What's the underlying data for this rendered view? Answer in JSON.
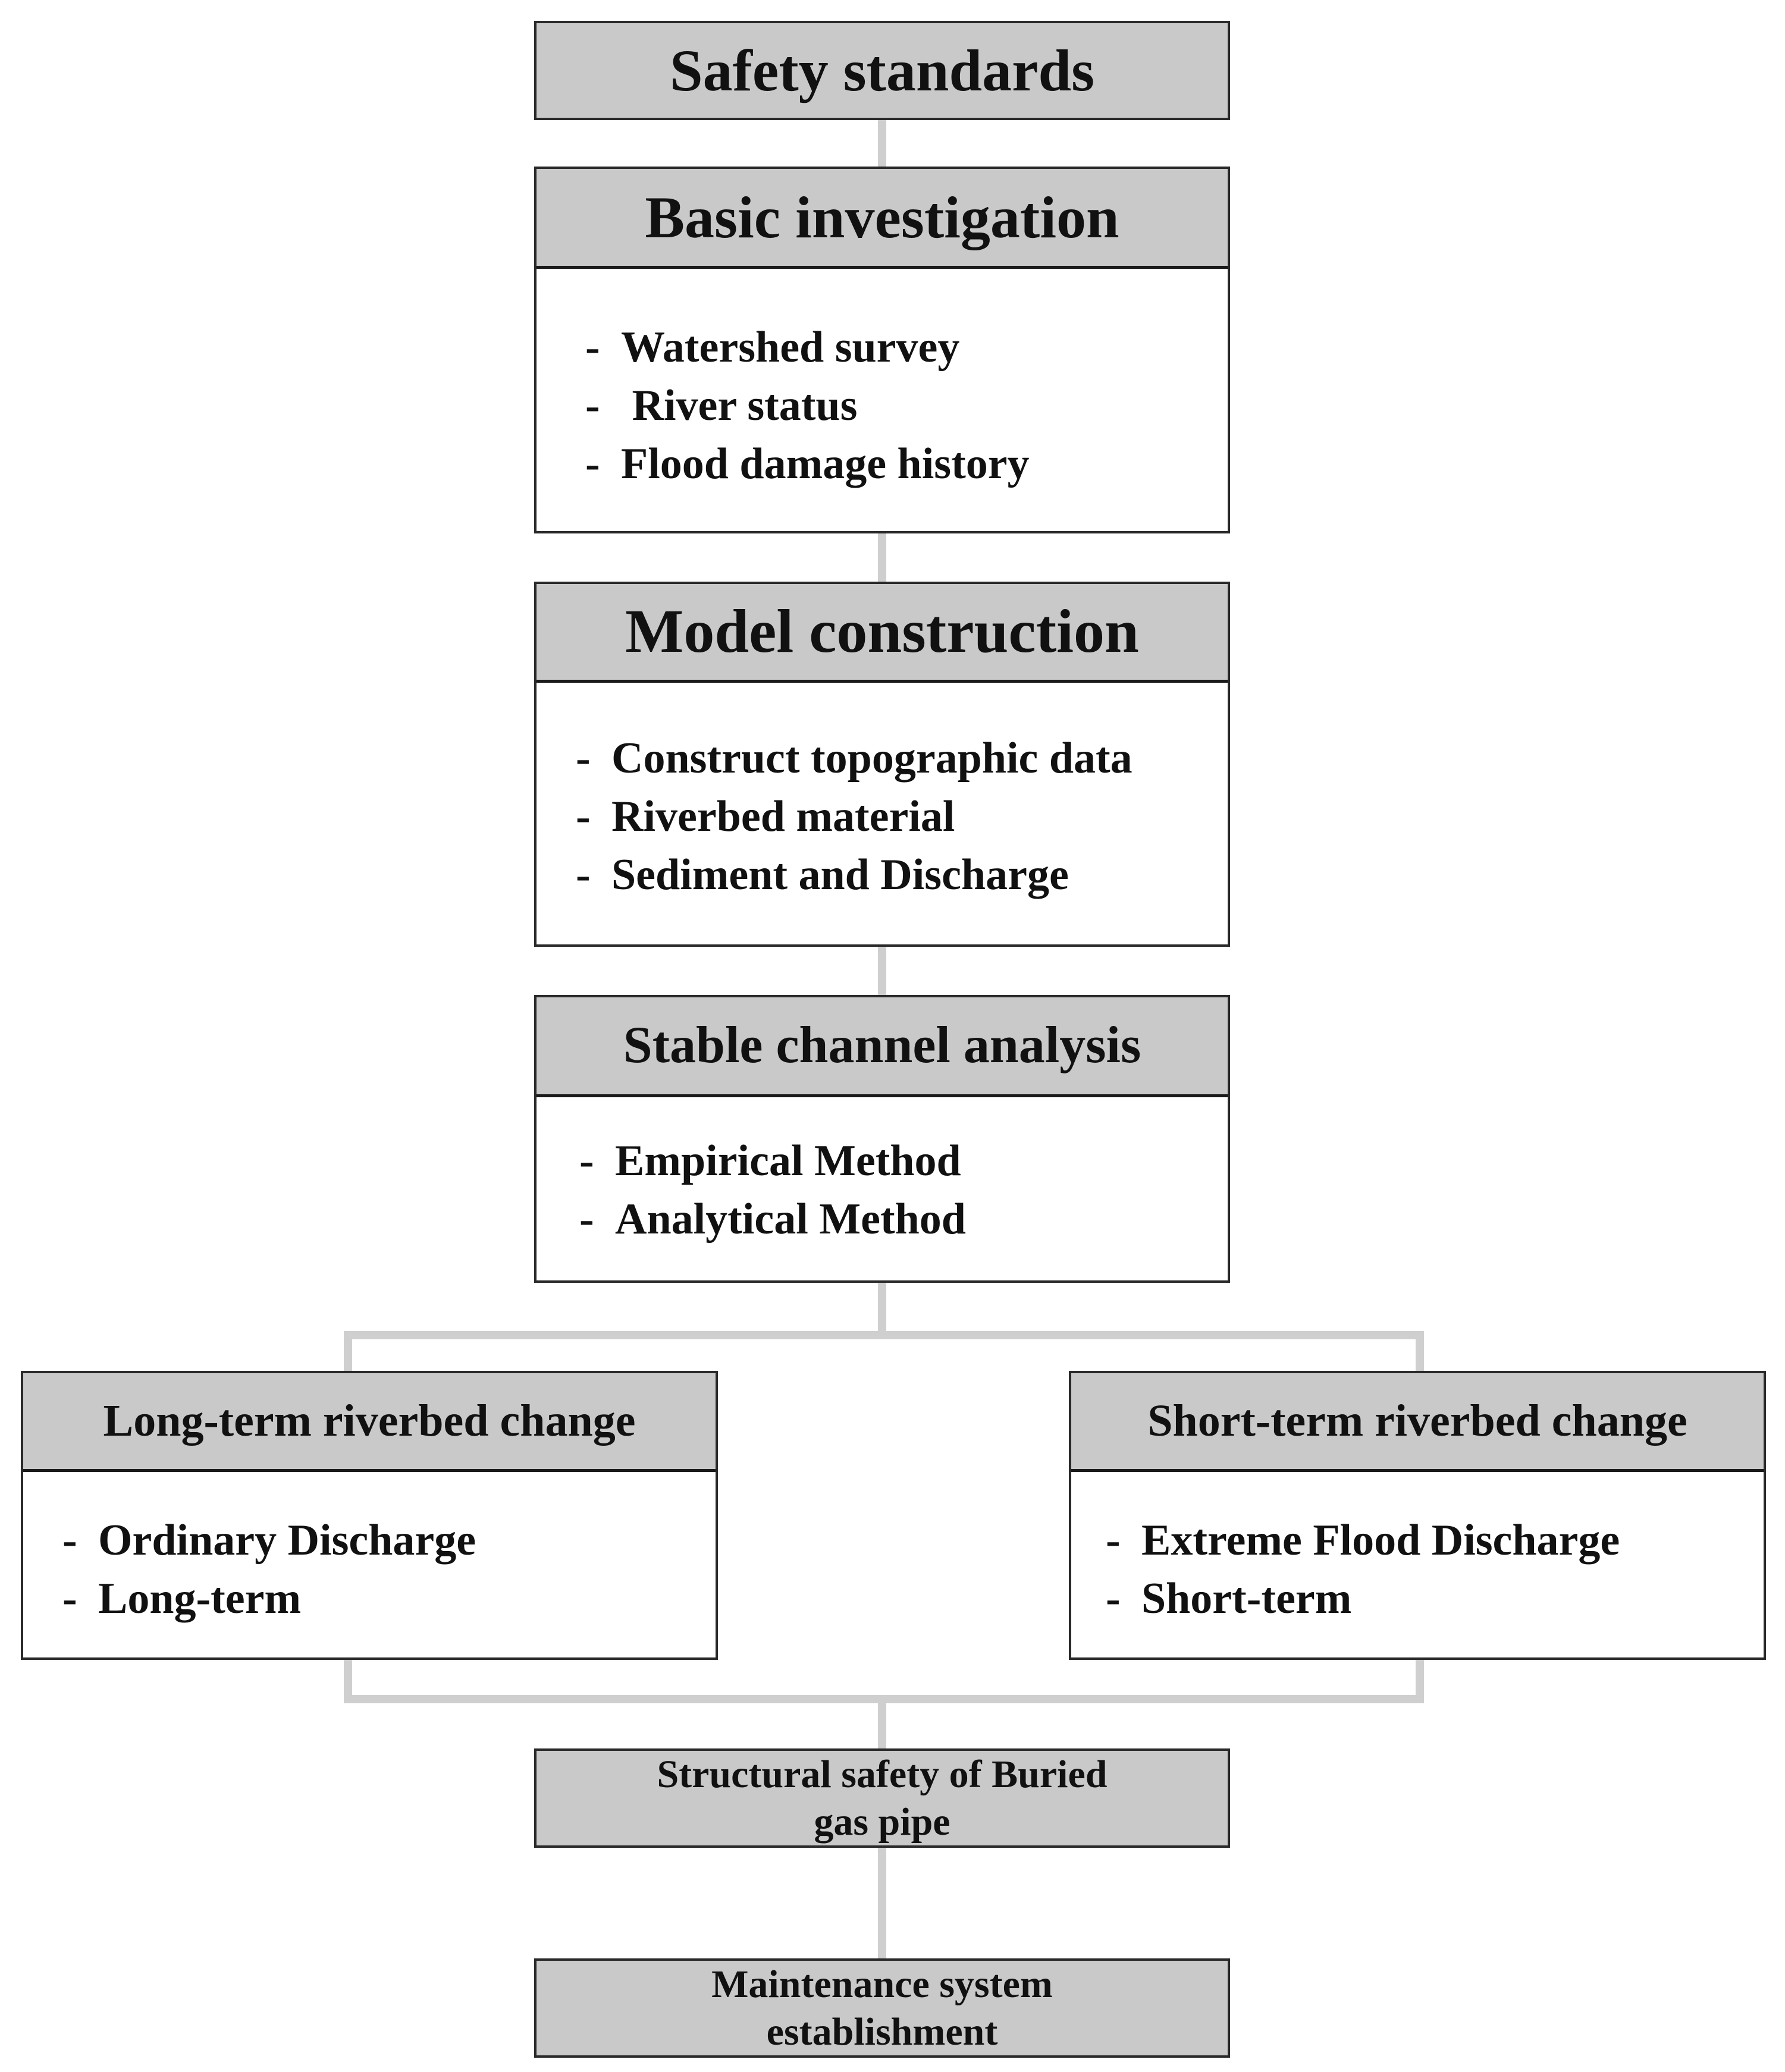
{
  "diagram": {
    "safety_standards": {
      "title": "Safety standards"
    },
    "basic_investigation": {
      "title": "Basic investigation",
      "items": [
        "Watershed survey",
        " River status",
        "Flood damage history"
      ]
    },
    "model_construction": {
      "title": "Model construction",
      "items": [
        "Construct topographic data",
        "Riverbed material",
        "Sediment and Discharge"
      ]
    },
    "stable_channel_analysis": {
      "title": "Stable channel analysis",
      "items": [
        "Empirical Method",
        "Analytical Method"
      ]
    },
    "long_term": {
      "title": "Long-term riverbed change",
      "items": [
        "Ordinary Discharge",
        "Long-term"
      ]
    },
    "short_term": {
      "title": "Short-term riverbed change",
      "items": [
        "Extreme Flood Discharge",
        "Short-term"
      ]
    },
    "structural_safety": {
      "title": "Structural safety of Buried gas pipe"
    },
    "maintenance": {
      "title": "Maintenance system establishment"
    },
    "bullet": "-"
  }
}
